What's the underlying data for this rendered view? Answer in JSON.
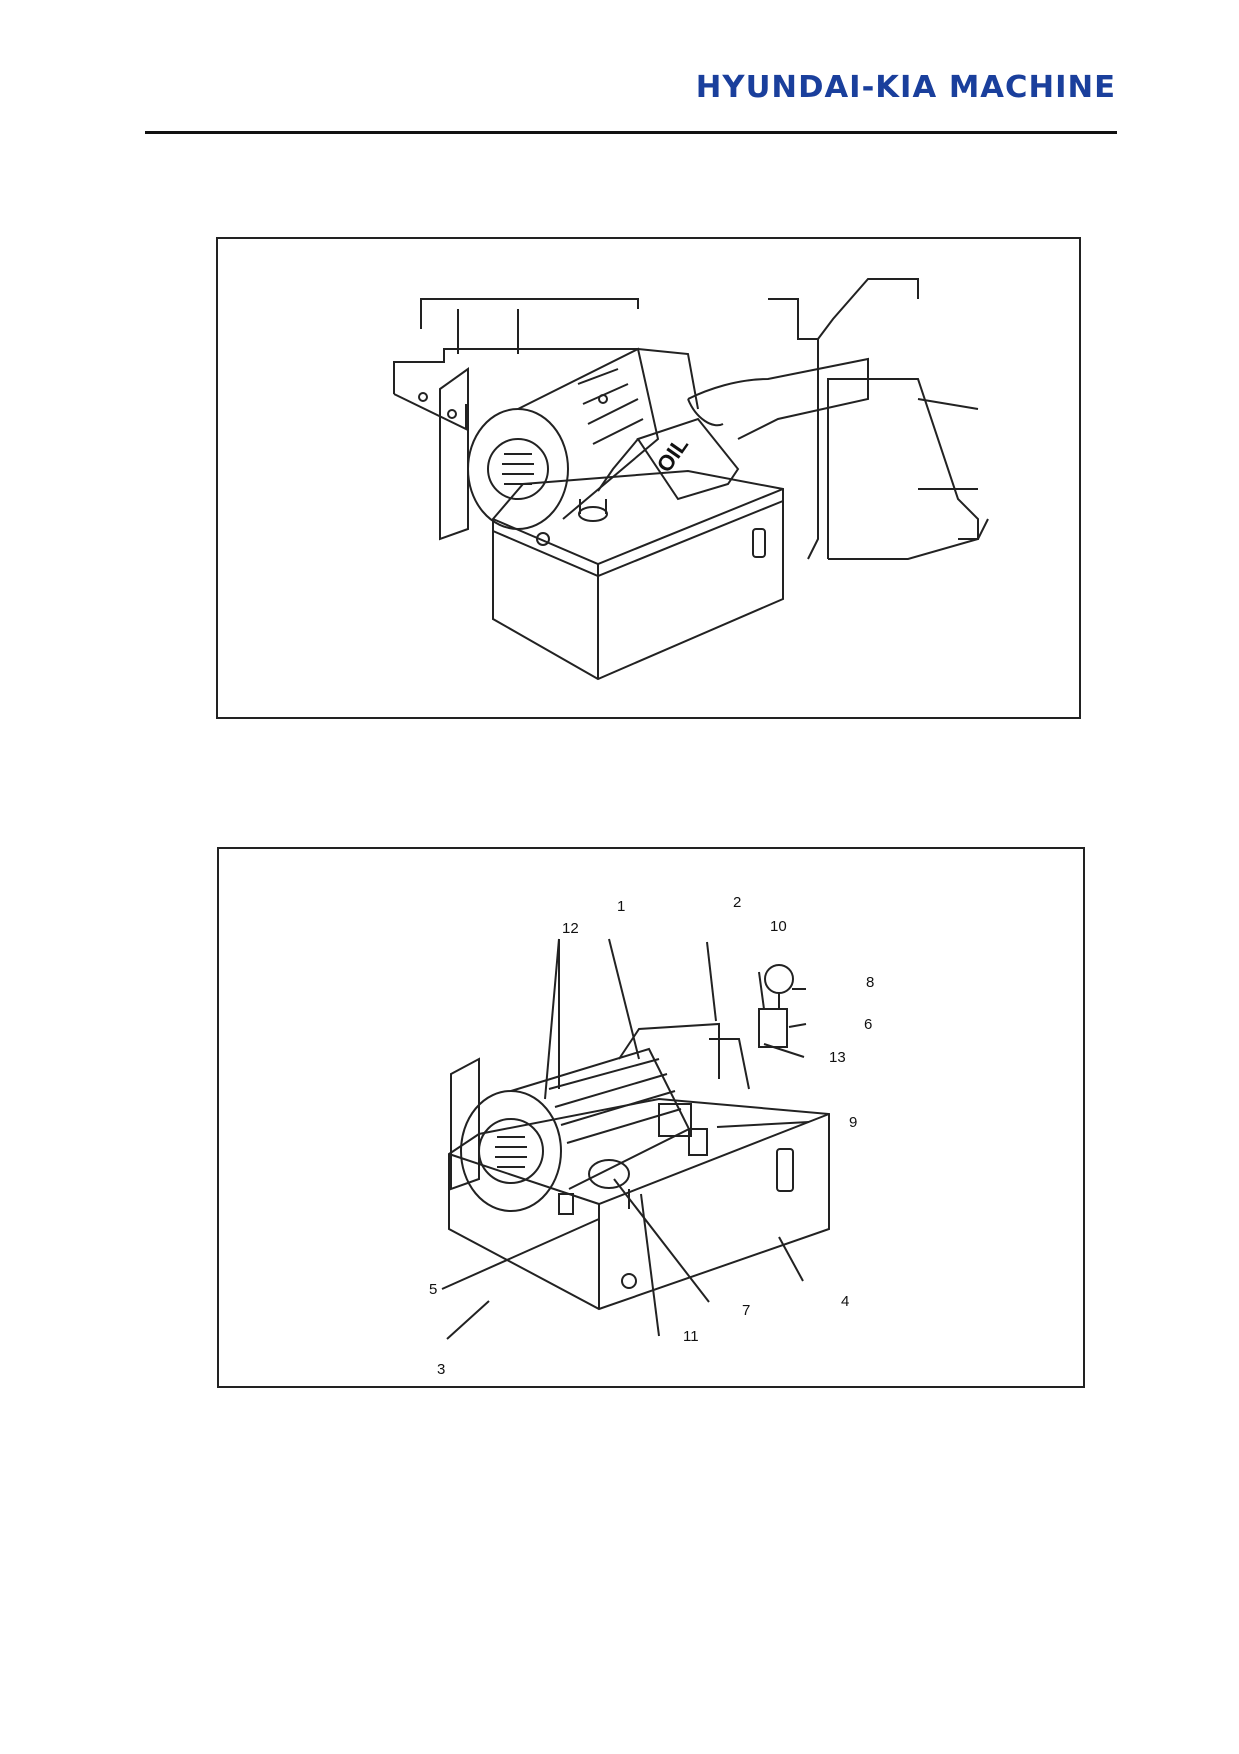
{
  "header": {
    "logo_text": "HYUNDAI-KIA MACHINE",
    "logo_color": "#1a3f9c"
  },
  "figure1": {
    "can_label": "OIL"
  },
  "figure2": {
    "callouts": [
      "1",
      "2",
      "3",
      "4",
      "5",
      "6",
      "7",
      "8",
      "9",
      "10",
      "11",
      "12",
      "13"
    ]
  }
}
